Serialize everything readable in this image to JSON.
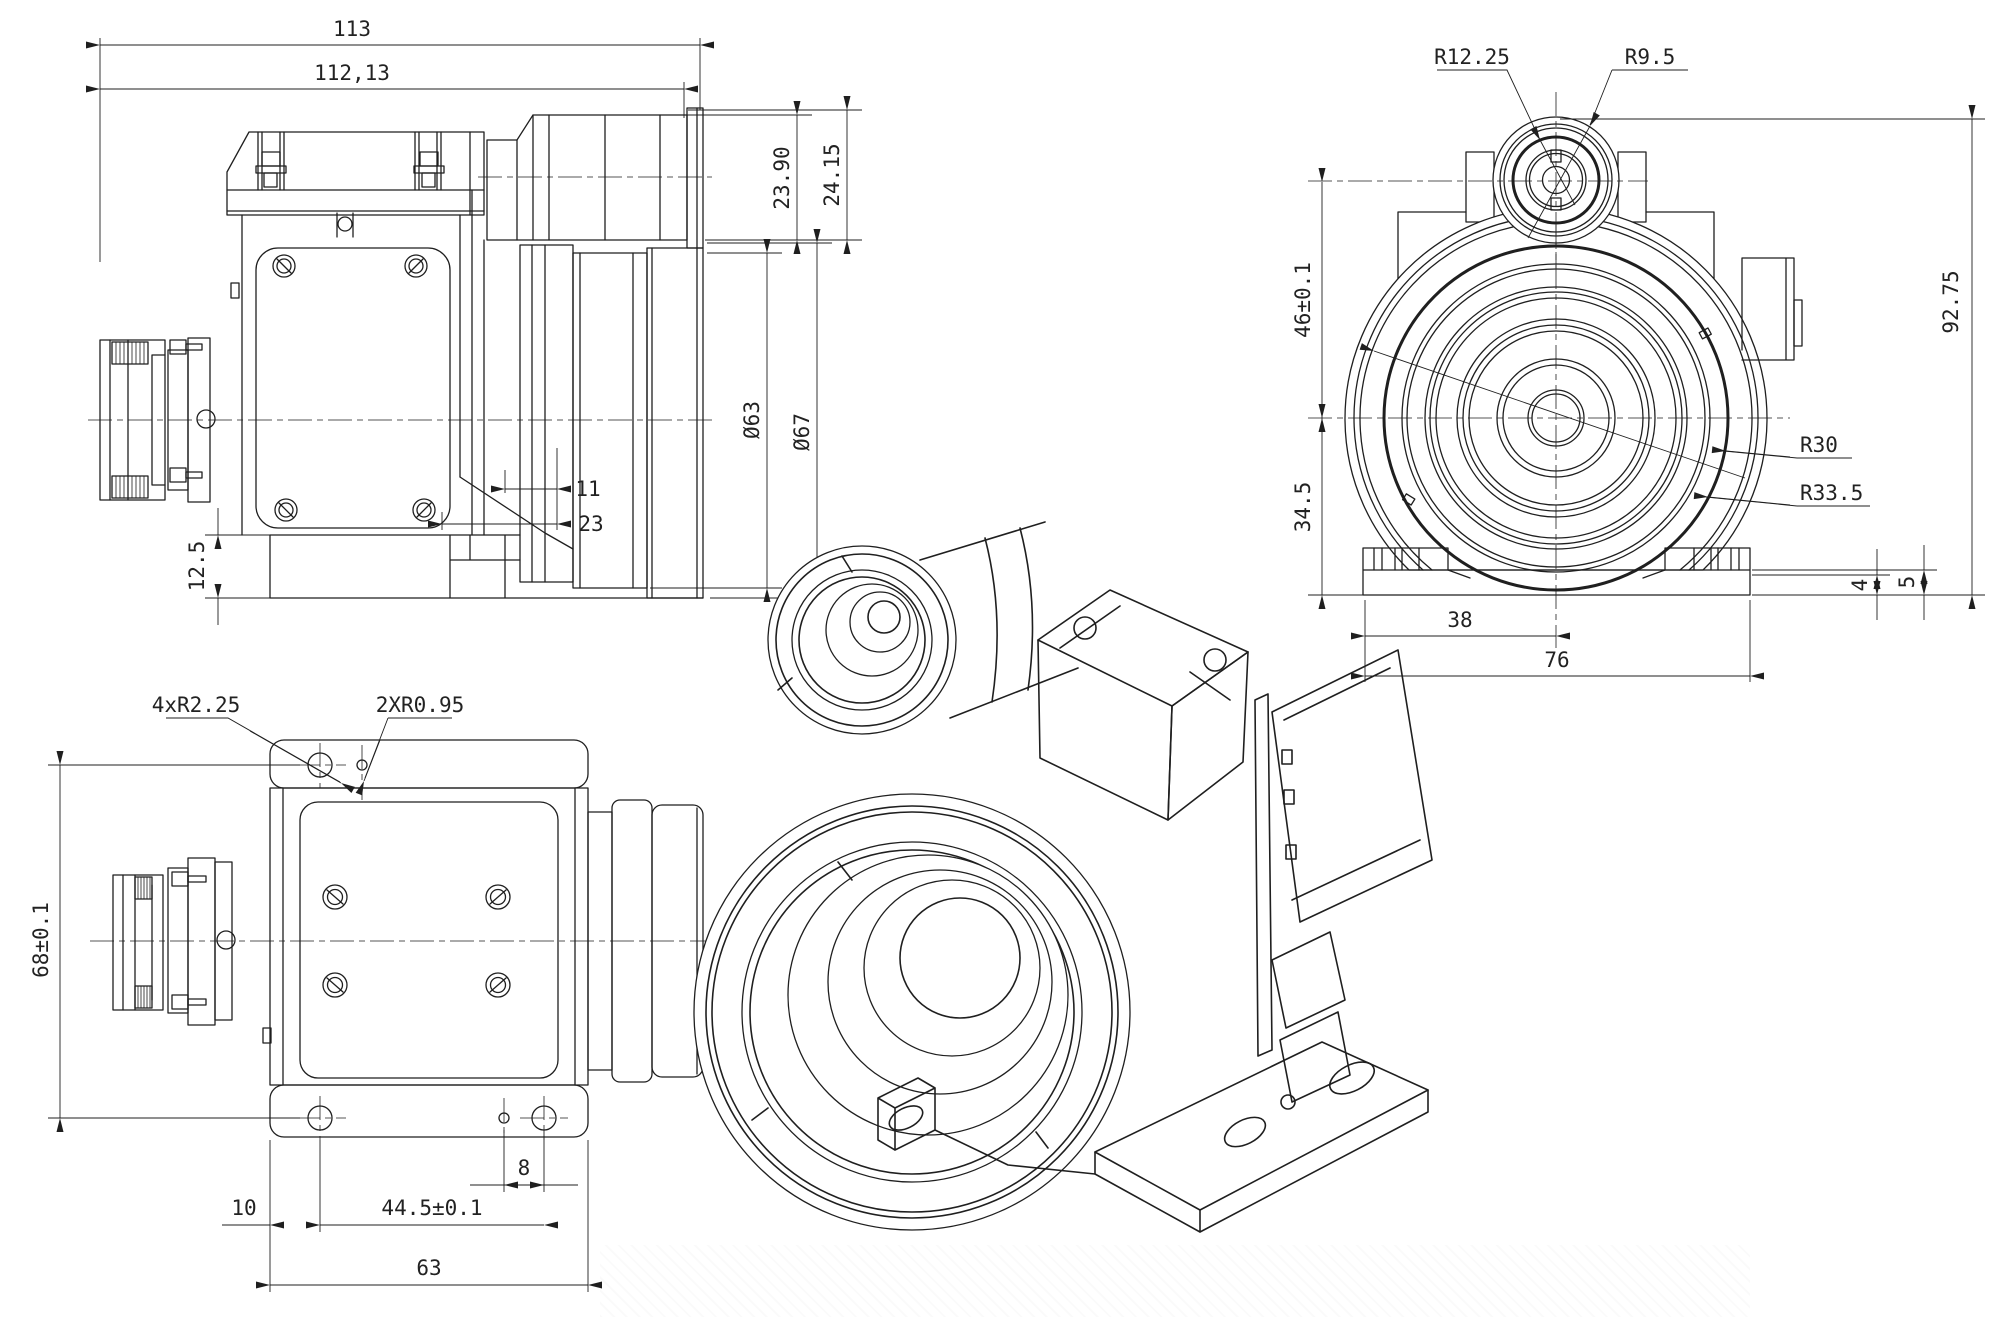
{
  "drawing": {
    "title": "dual-lens camera module engineering drawing",
    "background": "#ffffff",
    "line_color": "#1f1f1f",
    "views": {
      "side": {
        "label": "side-view",
        "dims": {
          "overall_length": "113",
          "length_to_front_flange": "112,13",
          "top_lens_dia_front": "23.90",
          "top_lens_dia_rear": "24.15",
          "main_lens_dia_inner": "Ø63",
          "main_lens_dia_outer": "Ø67",
          "base_height": "12.5",
          "front_step": "11",
          "base_depth": "23"
        }
      },
      "front": {
        "label": "front-view",
        "dims": {
          "top_lens_radius_outer": "R12.25",
          "top_lens_radius_inner": "R9.5",
          "lens_center_spacing": "46±0.1",
          "center_to_base": "34.5",
          "overall_height": "92.75",
          "main_lens_radius_inner": "R30",
          "main_lens_radius_outer": "R33.5",
          "base_step_small": "4",
          "base_plate_thickness": "5",
          "center_to_edge": "38",
          "base_width": "76"
        }
      },
      "bottom": {
        "label": "bottom-view",
        "dims": {
          "corner_radius": "4xR2.25",
          "pin_hole_radius": "2XR0.95",
          "hole_row_spacing": "68±0.1",
          "edge_to_first_hole": "10",
          "hole_spacing": "44.5±0.1",
          "pin_to_hole": "8",
          "plate_width": "63"
        }
      },
      "iso": {
        "label": "isometric-view"
      }
    }
  }
}
